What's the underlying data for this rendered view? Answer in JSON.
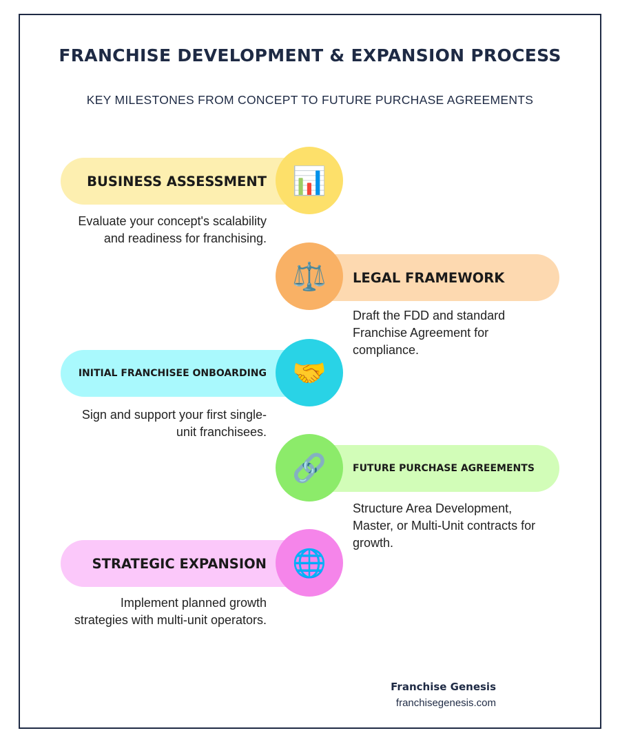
{
  "header": {
    "title": "FRANCHISE DEVELOPMENT & EXPANSION PROCESS",
    "subtitle": "KEY MILESTONES FROM CONCEPT TO FUTURE PURCHASE AGREEMENTS"
  },
  "steps": [
    {
      "label": "BUSINESS ASSESSMENT",
      "description": "Evaluate your concept's scalability and readiness for franchising.",
      "icon": "bar-chart-icon",
      "glyph": "📊",
      "pill_color": "#fdefb0",
      "circle_color": "#fde06a"
    },
    {
      "label": "LEGAL FRAMEWORK",
      "description": "Draft the FDD and standard Franchise Agreement for compliance.",
      "icon": "balance-scale-icon",
      "glyph": "⚖️",
      "pill_color": "#fdd9b0",
      "circle_color": "#f9b165"
    },
    {
      "label": "INITIAL FRANCHISEE ONBOARDING",
      "description": "Sign and support your first single-unit franchisees.",
      "icon": "handshake-icon",
      "glyph": "🤝",
      "pill_color": "#a9f9fd",
      "circle_color": "#29d3e6"
    },
    {
      "label": "FUTURE PURCHASE AGREEMENTS",
      "description": "Structure Area Development, Master, or Multi-Unit contracts for growth.",
      "icon": "chain-link-icon",
      "glyph": "🔗",
      "pill_color": "#d2fdb8",
      "circle_color": "#8ceb6a"
    },
    {
      "label": "STRATEGIC EXPANSION",
      "description": "Implement planned growth strategies with multi-unit operators.",
      "icon": "globe-icon",
      "glyph": "🌐",
      "pill_color": "#fbc8fa",
      "circle_color": "#f585ea"
    }
  ],
  "footer": {
    "brand": "Franchise Genesis",
    "url": "franchisegenesis.com"
  }
}
